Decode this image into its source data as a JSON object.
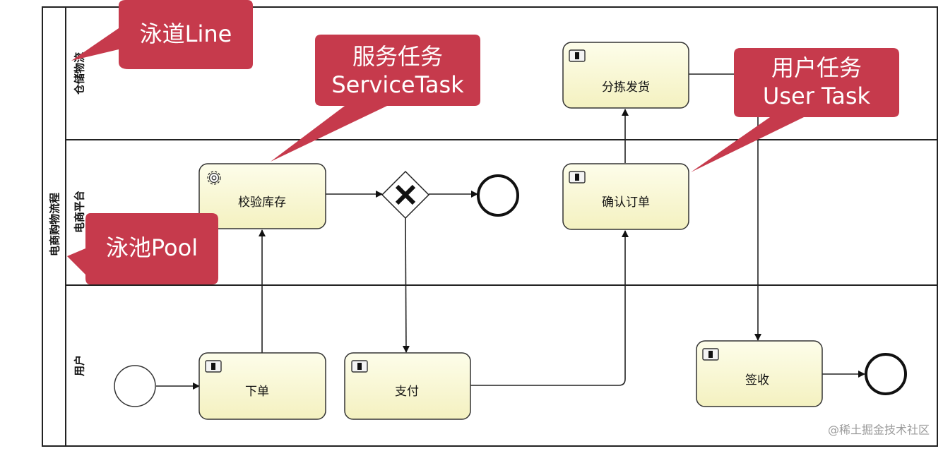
{
  "pool": {
    "label": "电商购物流程"
  },
  "lanes": {
    "warehouse": "仓储物流",
    "platform": "电商平台",
    "user": "用户"
  },
  "tasks": {
    "check_stock": "校验库存",
    "sort_ship": "分拣发货",
    "confirm_order": "确认订单",
    "place_order": "下单",
    "pay": "支付",
    "sign": "签收"
  },
  "icons": {
    "service_task": "gear-icon",
    "user_task": "user-icon",
    "gateway": "exclusive-gateway-x-icon"
  },
  "callouts": {
    "lane": [
      "泳道Line"
    ],
    "service": [
      "服务任务",
      "ServiceTask"
    ],
    "pool": [
      "泳池Pool"
    ],
    "user": [
      "用户任务",
      "User Task"
    ]
  },
  "watermark": "@稀土掘金技术社区",
  "colors": {
    "task_fill_top": "#fdfde8",
    "task_fill_bottom": "#f5f3c4",
    "callout": "#c63a4c",
    "line": "#222222"
  }
}
